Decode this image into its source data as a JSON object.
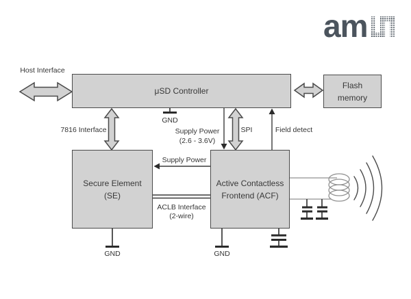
{
  "logo": {
    "text": "am",
    "mark": "ams-pixel-s-mark",
    "color": "#4b545d"
  },
  "blocks": {
    "usd_controller": {
      "label": "μSD Controller"
    },
    "flash_memory": {
      "line1": "Flash",
      "line2": "memory"
    },
    "secure_element": {
      "line1": "Secure Element",
      "line2": "(SE)"
    },
    "acf": {
      "line1": "Active Contactless",
      "line2": "Frontend (ACF)"
    }
  },
  "labels": {
    "host_interface": "Host Interface",
    "interface_7816": "7816 Interface",
    "gnd_usd": "GND",
    "supply_power_main_1": "Supply Power",
    "supply_power_main_2": "(2.6 - 3.6V)",
    "spi": "SPI",
    "field_detect": "Field detect",
    "supply_power_acf": "Supply Power",
    "aclb_1": "ACLB Interface",
    "aclb_2": "(2-wire)",
    "gnd_se": "GND",
    "gnd_acf": "GND"
  },
  "colors": {
    "block_fill": "#d2d2d2",
    "block_border": "#4a4a4a",
    "line": "#3a3a3a",
    "symbol": "#2b2b2b",
    "antenna": "#909090",
    "text": "#383838",
    "logo": "#4b545d",
    "background": "#ffffff"
  }
}
